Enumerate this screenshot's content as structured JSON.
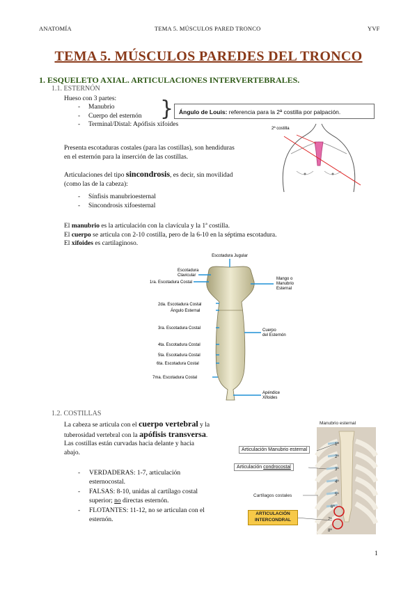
{
  "header": {
    "left": "ANATOMÍA",
    "center": "TEMA 5. MÚSCULOS PARED TRONCO",
    "right": "YVF"
  },
  "title": "TEMA 5. MÚSCULOS PAREDES DEL TRONCO",
  "section1": {
    "heading": "1.   ESQUELETO AXIAL. ARTICULACIONES INTERVERTEBRALES.",
    "sub": "1.1. ESTERNÓN",
    "intro": "Hueso con 3 partes:",
    "parts": [
      "Manubrio",
      "Cuerpo del esternón",
      "Terminal/Distal: Apófisis xifoides"
    ],
    "callout_bold": "Ángulo de Louis:",
    "callout_text": " referencia para la 2ª costilla por palpación.",
    "p1_line1": "Presenta escotaduras costales (para las costillas), son hendiduras",
    "p1_line2": "en el esternón para la inserción de las costillas.",
    "p2_a": "Articulaciones del tipo ",
    "p2_big": "sincondrosis",
    "p2_b": ", es decir, sin movilidad",
    "p2_line2": "(como las de la cabeza):",
    "joints": [
      "Sínfisis manubrioesternal",
      "Sincondrosis xifoesternal"
    ],
    "l1_a": "El ",
    "l1_b": "manubrio",
    "l1_c": " es la articulación con la clavícula y la 1ª costilla.",
    "l2_a": "El ",
    "l2_b": "cuerpo",
    "l2_c": " se articula con 2-10 costilla, pero de la 6-10 en la séptima escotadura.",
    "l3_a": "El ",
    "l3_b": "xifoides",
    "l3_c": " es cartilaginoso.",
    "torso_label": "2ª costilla",
    "sternum_labels": {
      "jugular": "Escotadura Jugular",
      "clavicular": "Escotadura\nClavicular",
      "first": "1ra. Escotadura Costal",
      "mango": "Mango o\nManubrio\nEsternal",
      "second": "2da. Escotadura Costal",
      "angulo": "Ángulo Esternal",
      "third": "3ra. Escotadura Costal",
      "cuerpo": "Cuerpo\ndel Esternón",
      "fourth": "4ta. Escotadura Costal",
      "fifth": "5ta. Escotadura Costal",
      "sixth": "6ta. Escotadura Costal",
      "seventh": "7ma. Escotadura Costal",
      "apendice": "Apéndice\nXifoides"
    }
  },
  "section2": {
    "sub": "1.2. COSTILLAS",
    "p1_a": "La cabeza se articula con el ",
    "p1_b": "cuerpo vertebral",
    "p1_c": " y la",
    "p2_a": "tuberosidad vertebral con la ",
    "p2_b": "apófisis transversa",
    "p2_c": ".",
    "p3": "Las costillas están curvadas hacia delante y hacia",
    "p4": "abajo.",
    "items": [
      [
        "VERDADERAS: 1-7, articulación",
        "esternocostal."
      ],
      [
        "FALSAS: 8-10, unidas al cartílago costal",
        "superior; ",
        "no",
        " directas esternón."
      ],
      [
        "FLOTANTES: 11-12, no se articulan con el",
        "esternón."
      ]
    ],
    "fig_labels": {
      "manubrio": "Manubrio esternal",
      "art_manubrio": "Articulación Manubrio esternal",
      "art_condro_a": "Articulación ",
      "art_condro_b": "condrocostal",
      "cartilagos": "Cartílagos costales",
      "intercondral": "ARTICULACIÓN\nINTERCONDRAL",
      "nums": [
        "1ª",
        "2ª",
        "3ª",
        "4ª",
        "5ª",
        "6ª",
        "7ª",
        "8ª"
      ]
    }
  },
  "page_number": "1"
}
